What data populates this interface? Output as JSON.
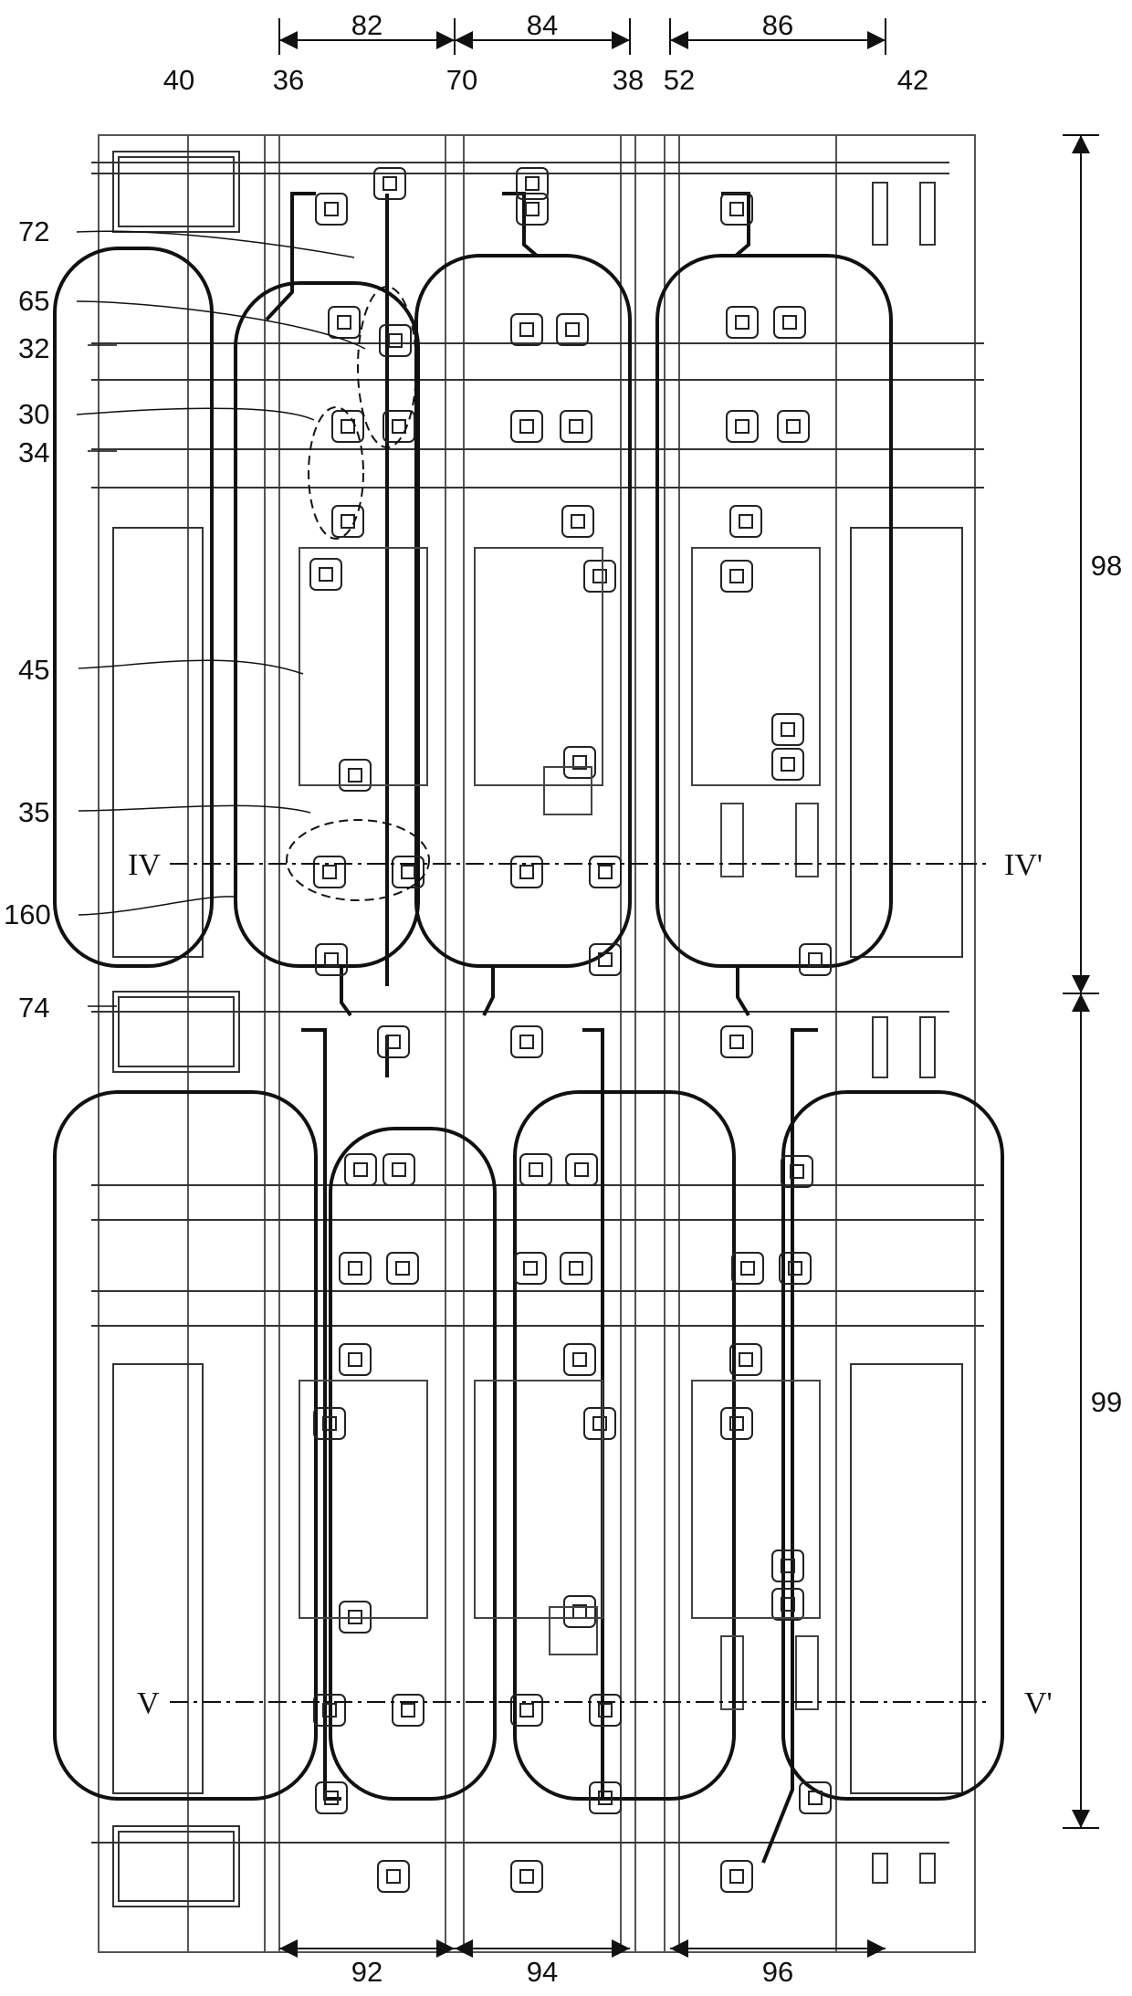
{
  "figure": {
    "dimension_labels": {
      "top": [
        "82",
        "84",
        "86"
      ],
      "bottom": [
        "92",
        "94",
        "96"
      ],
      "right": [
        "98",
        "99"
      ]
    },
    "top_labels": [
      "40",
      "36",
      "70",
      "38",
      "52",
      "42"
    ],
    "left_labels": [
      "72",
      "65",
      "32",
      "30",
      "34",
      "45",
      "35",
      "160",
      "74"
    ],
    "section_lines": {
      "upper_left": "IV",
      "upper_right": "IV'",
      "lower_left": "V",
      "lower_right": "V'"
    },
    "colors": {
      "line": "#222222",
      "thin_line": "#555555",
      "background": "#ffffff"
    }
  }
}
